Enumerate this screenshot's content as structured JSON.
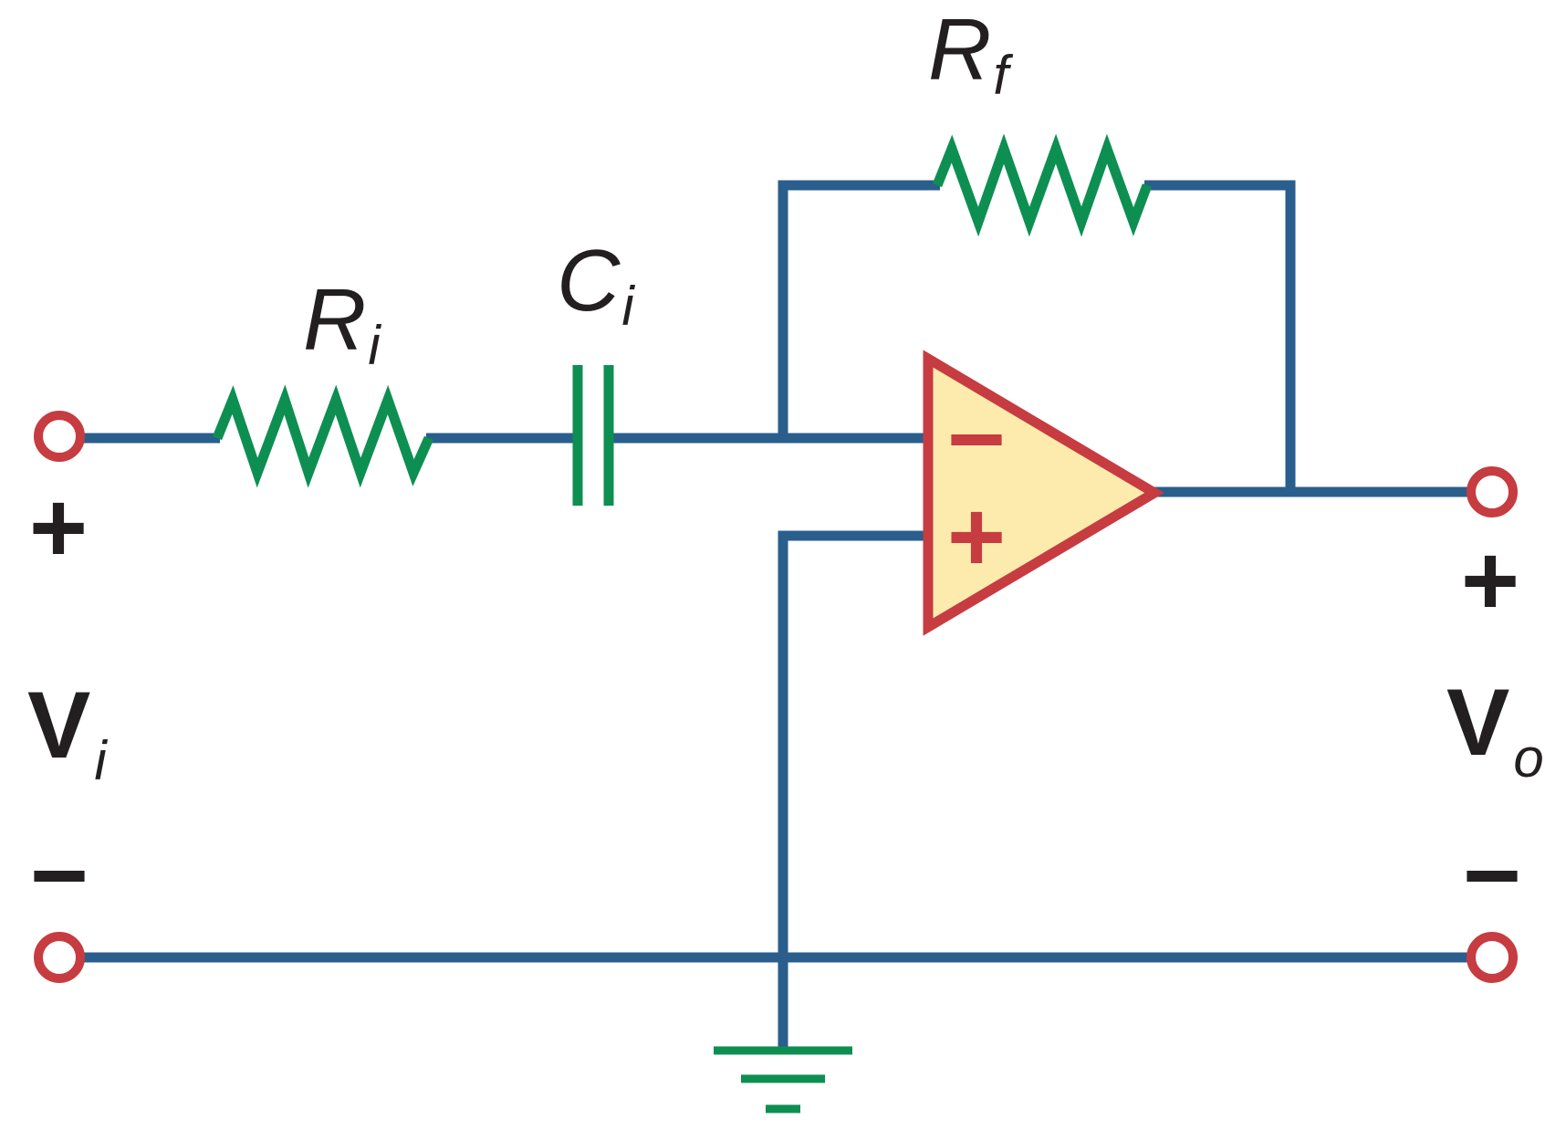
{
  "diagram": {
    "colors": {
      "wire": "#2A5E8C",
      "component": "#0E8F52",
      "accent": "#C63C41",
      "opamp_fill": "#FCEBAD",
      "label": "#231F20",
      "background": "#FFFFFF"
    },
    "labels": {
      "input_resistor": {
        "main": "R",
        "sub": "i"
      },
      "input_capacitor": {
        "main": "C",
        "sub": "i"
      },
      "feedback_resistor": {
        "main": "R",
        "sub": "f"
      },
      "input_voltage": {
        "main": "V",
        "sub": "i"
      },
      "output_voltage": {
        "main": "V",
        "sub": "o"
      },
      "input_polarity": {
        "plus": "+",
        "minus": "−"
      },
      "output_polarity": {
        "plus": "+",
        "minus": "−"
      },
      "opamp": {
        "inverting": "−",
        "non_inverting": "+"
      }
    }
  }
}
